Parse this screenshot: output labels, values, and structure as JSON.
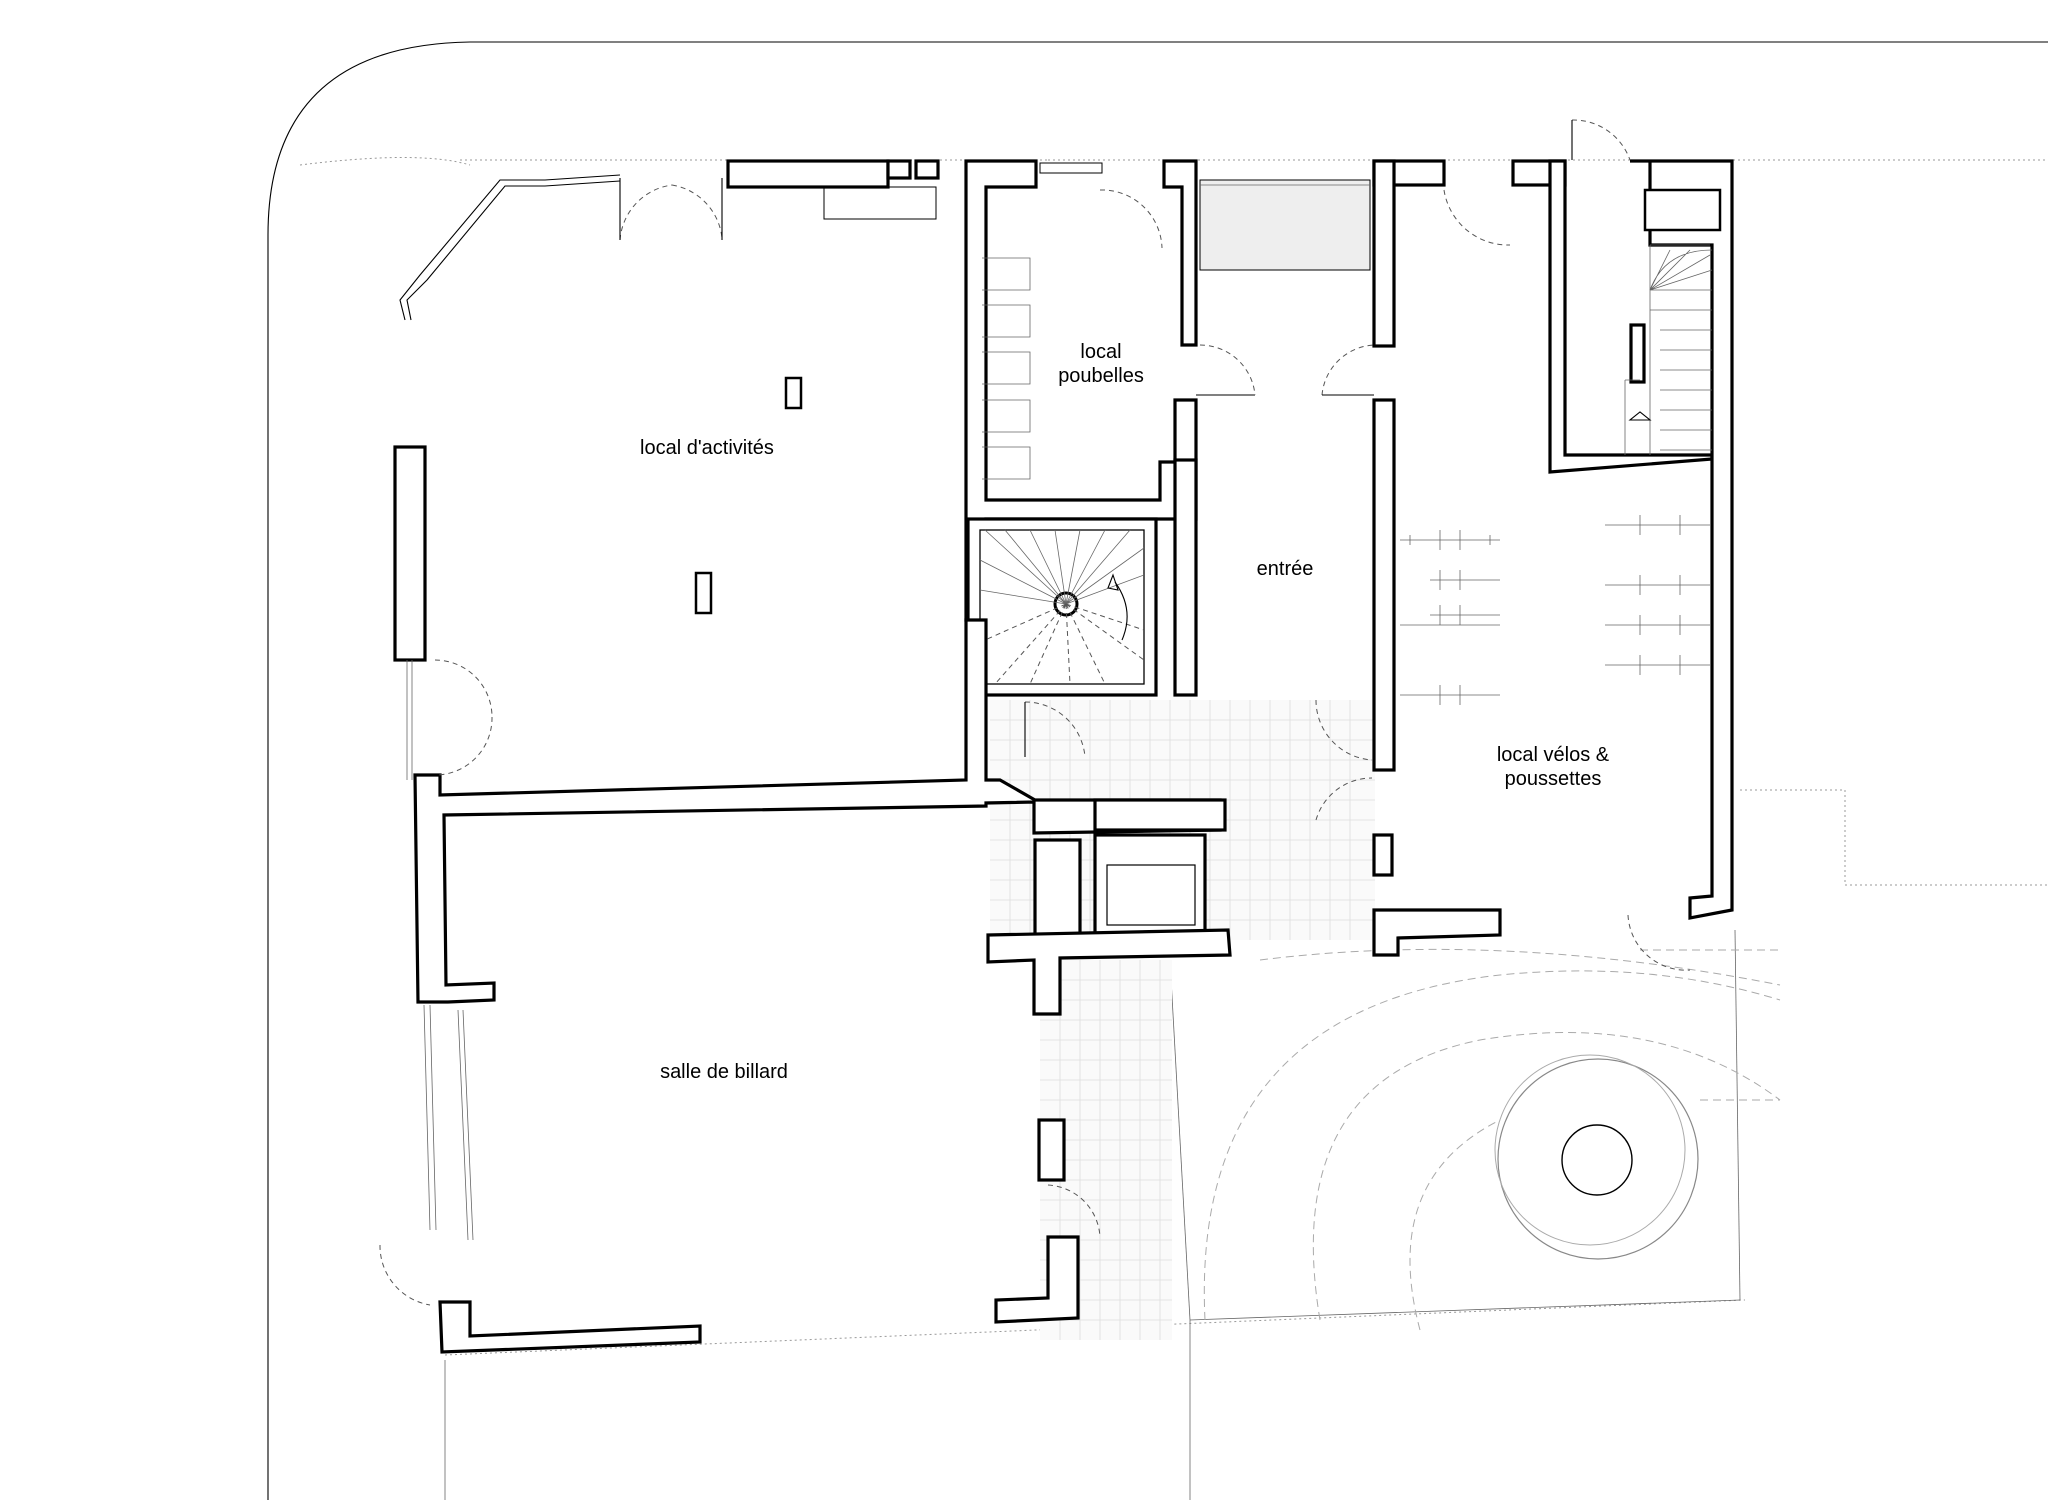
{
  "rooms": {
    "activites": "local d'activités",
    "poubelles_line1": "local",
    "poubelles_line2": "poubelles",
    "entree": "entrée",
    "velos_line1": "local vélos &",
    "velos_line2": "poussettes",
    "billard": "salle de billard"
  }
}
